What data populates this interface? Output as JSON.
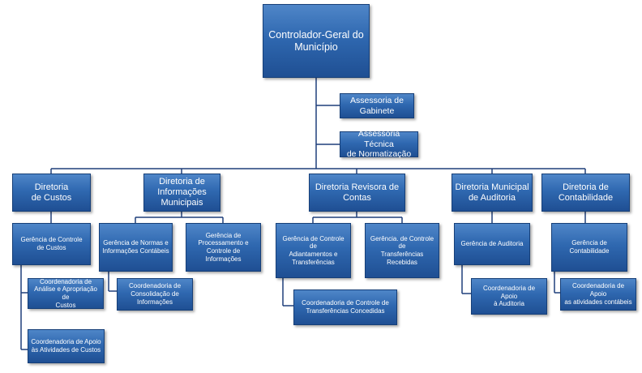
{
  "org_chart": {
    "root": "Controlador-Geral do\nMunicípio",
    "staff": [
      "Assessoria de\nGabinete",
      "Assessoria Técnica\nde Normatização"
    ],
    "directorates": [
      {
        "title": "Diretoria\nde Custos",
        "gerencias": [
          "Gerência de Controle\nde Custos"
        ],
        "coordenadorias": [
          "Coordenadoria de\nAnálise e Apropriação de\nCustos",
          "Coordenadoria de Apoio\nàs Atividades de Custos"
        ]
      },
      {
        "title": "Diretoria de\nInformações\nMunicipais",
        "gerencias": [
          "Gerência de Normas e\nInformações Contábeis",
          "Gerência de\nProcessamento e\nControle de Informações"
        ],
        "coordenadorias": [
          "Coordenadoria de\nConsolidação de\nInformações"
        ]
      },
      {
        "title": "Diretoria Revisora de\nContas",
        "gerencias": [
          "Gerência de Controle de\nAdiantamentos e\nTransferências",
          "Gerência. de Controle de\nTransferências Recebidas"
        ],
        "coordenadorias": [
          "Coordenadoria de Controle de\nTransferências Concedidas"
        ]
      },
      {
        "title": "Diretoria Municipal\nde Auditoria",
        "gerencias": [
          "Gerência de Auditoria"
        ],
        "coordenadorias": [
          "Coordenadoria de Apoio\nà Auditoria"
        ]
      },
      {
        "title": "Diretoria de\nContabilidade",
        "gerencias": [
          "Gerência de\nContabilidade"
        ],
        "coordenadorias": [
          "Coordenadoria de Apoio\nas atividades contábeis"
        ]
      }
    ]
  },
  "colors": {
    "box_fill": "#2f68b0",
    "box_border": "#163f78",
    "connector": "#1f3f7a",
    "text": "#ffffff"
  }
}
